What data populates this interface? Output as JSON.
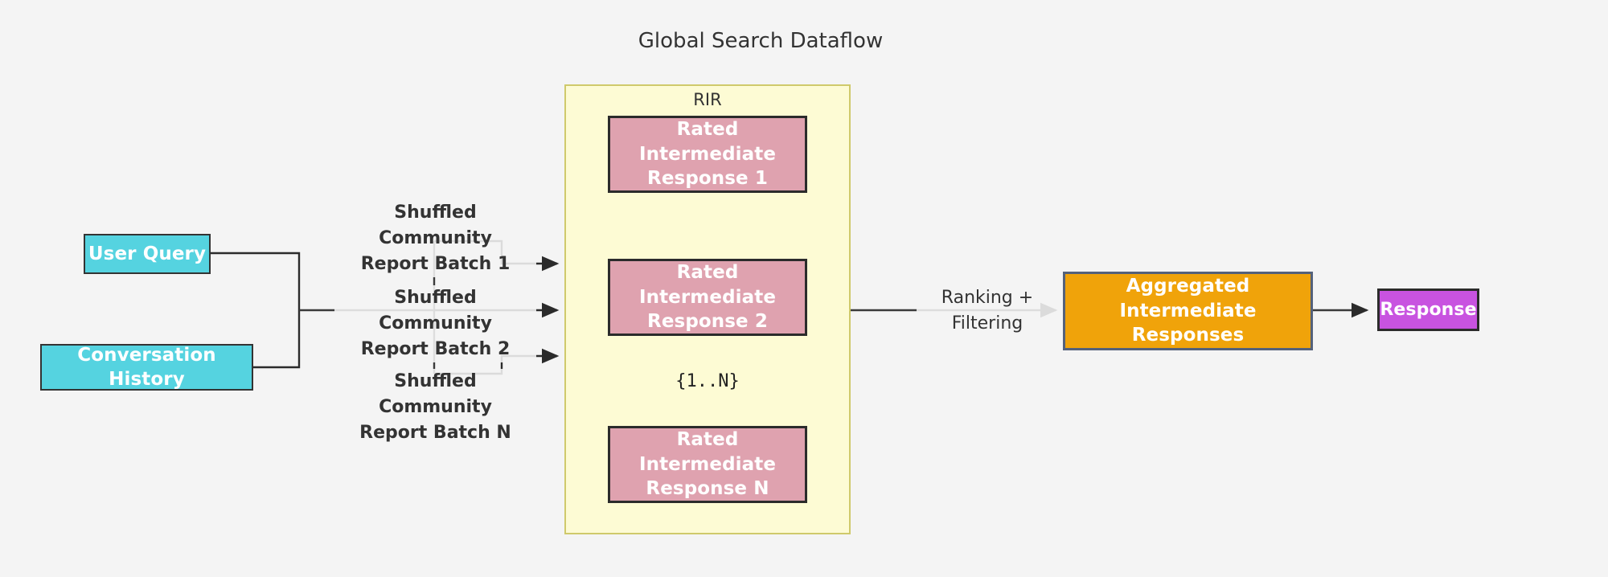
{
  "diagram": {
    "title": "Global Search Dataflow",
    "background_color": "#f4f4f4",
    "type": "flowchart"
  },
  "inputs": [
    {
      "id": "user-query",
      "label": "User Query",
      "fill": "#55d3e0",
      "stroke": "#333333",
      "text_color": "#ffffff"
    },
    {
      "id": "conversation-history",
      "label": "Conversation History",
      "fill": "#55d3e0",
      "stroke": "#333333",
      "text_color": "#ffffff"
    }
  ],
  "batch_edges": [
    {
      "id": "batch-1",
      "label": "Shuffled Community\nReport Batch 1"
    },
    {
      "id": "batch-2",
      "label": "Shuffled Community\nReport Batch 2"
    },
    {
      "id": "batch-n",
      "label": "Shuffled Community\nReport Batch N"
    }
  ],
  "rir_group": {
    "title": "RIR",
    "fill": "#fdfbd4",
    "stroke": "#cfc96b",
    "range_label": "{1..N}",
    "nodes": [
      {
        "id": "rir-1",
        "label": "Rated Intermediate\nResponse 1",
        "fill": "#dfa2af",
        "stroke": "#2b2b2b",
        "text_color": "#ffffff"
      },
      {
        "id": "rir-2",
        "label": "Rated Intermediate\nResponse 2",
        "fill": "#dfa2af",
        "stroke": "#2b2b2b",
        "text_color": "#ffffff"
      },
      {
        "id": "rir-n",
        "label": "Rated Intermediate\nResponse N",
        "fill": "#dfa2af",
        "stroke": "#2b2b2b",
        "text_color": "#ffffff"
      }
    ]
  },
  "ranking_edge": {
    "id": "ranking-filtering",
    "label": "Ranking +\nFiltering"
  },
  "aggregated": {
    "id": "aggregated-intermediate-responses",
    "label": "Aggregated Intermediate\nResponses",
    "fill": "#f0a30a",
    "stroke": "#54617a",
    "text_color": "#ffffff"
  },
  "response": {
    "id": "response",
    "label": "Response",
    "fill": "#c853e0",
    "stroke": "#2b2b2b",
    "text_color": "#ffffff"
  }
}
